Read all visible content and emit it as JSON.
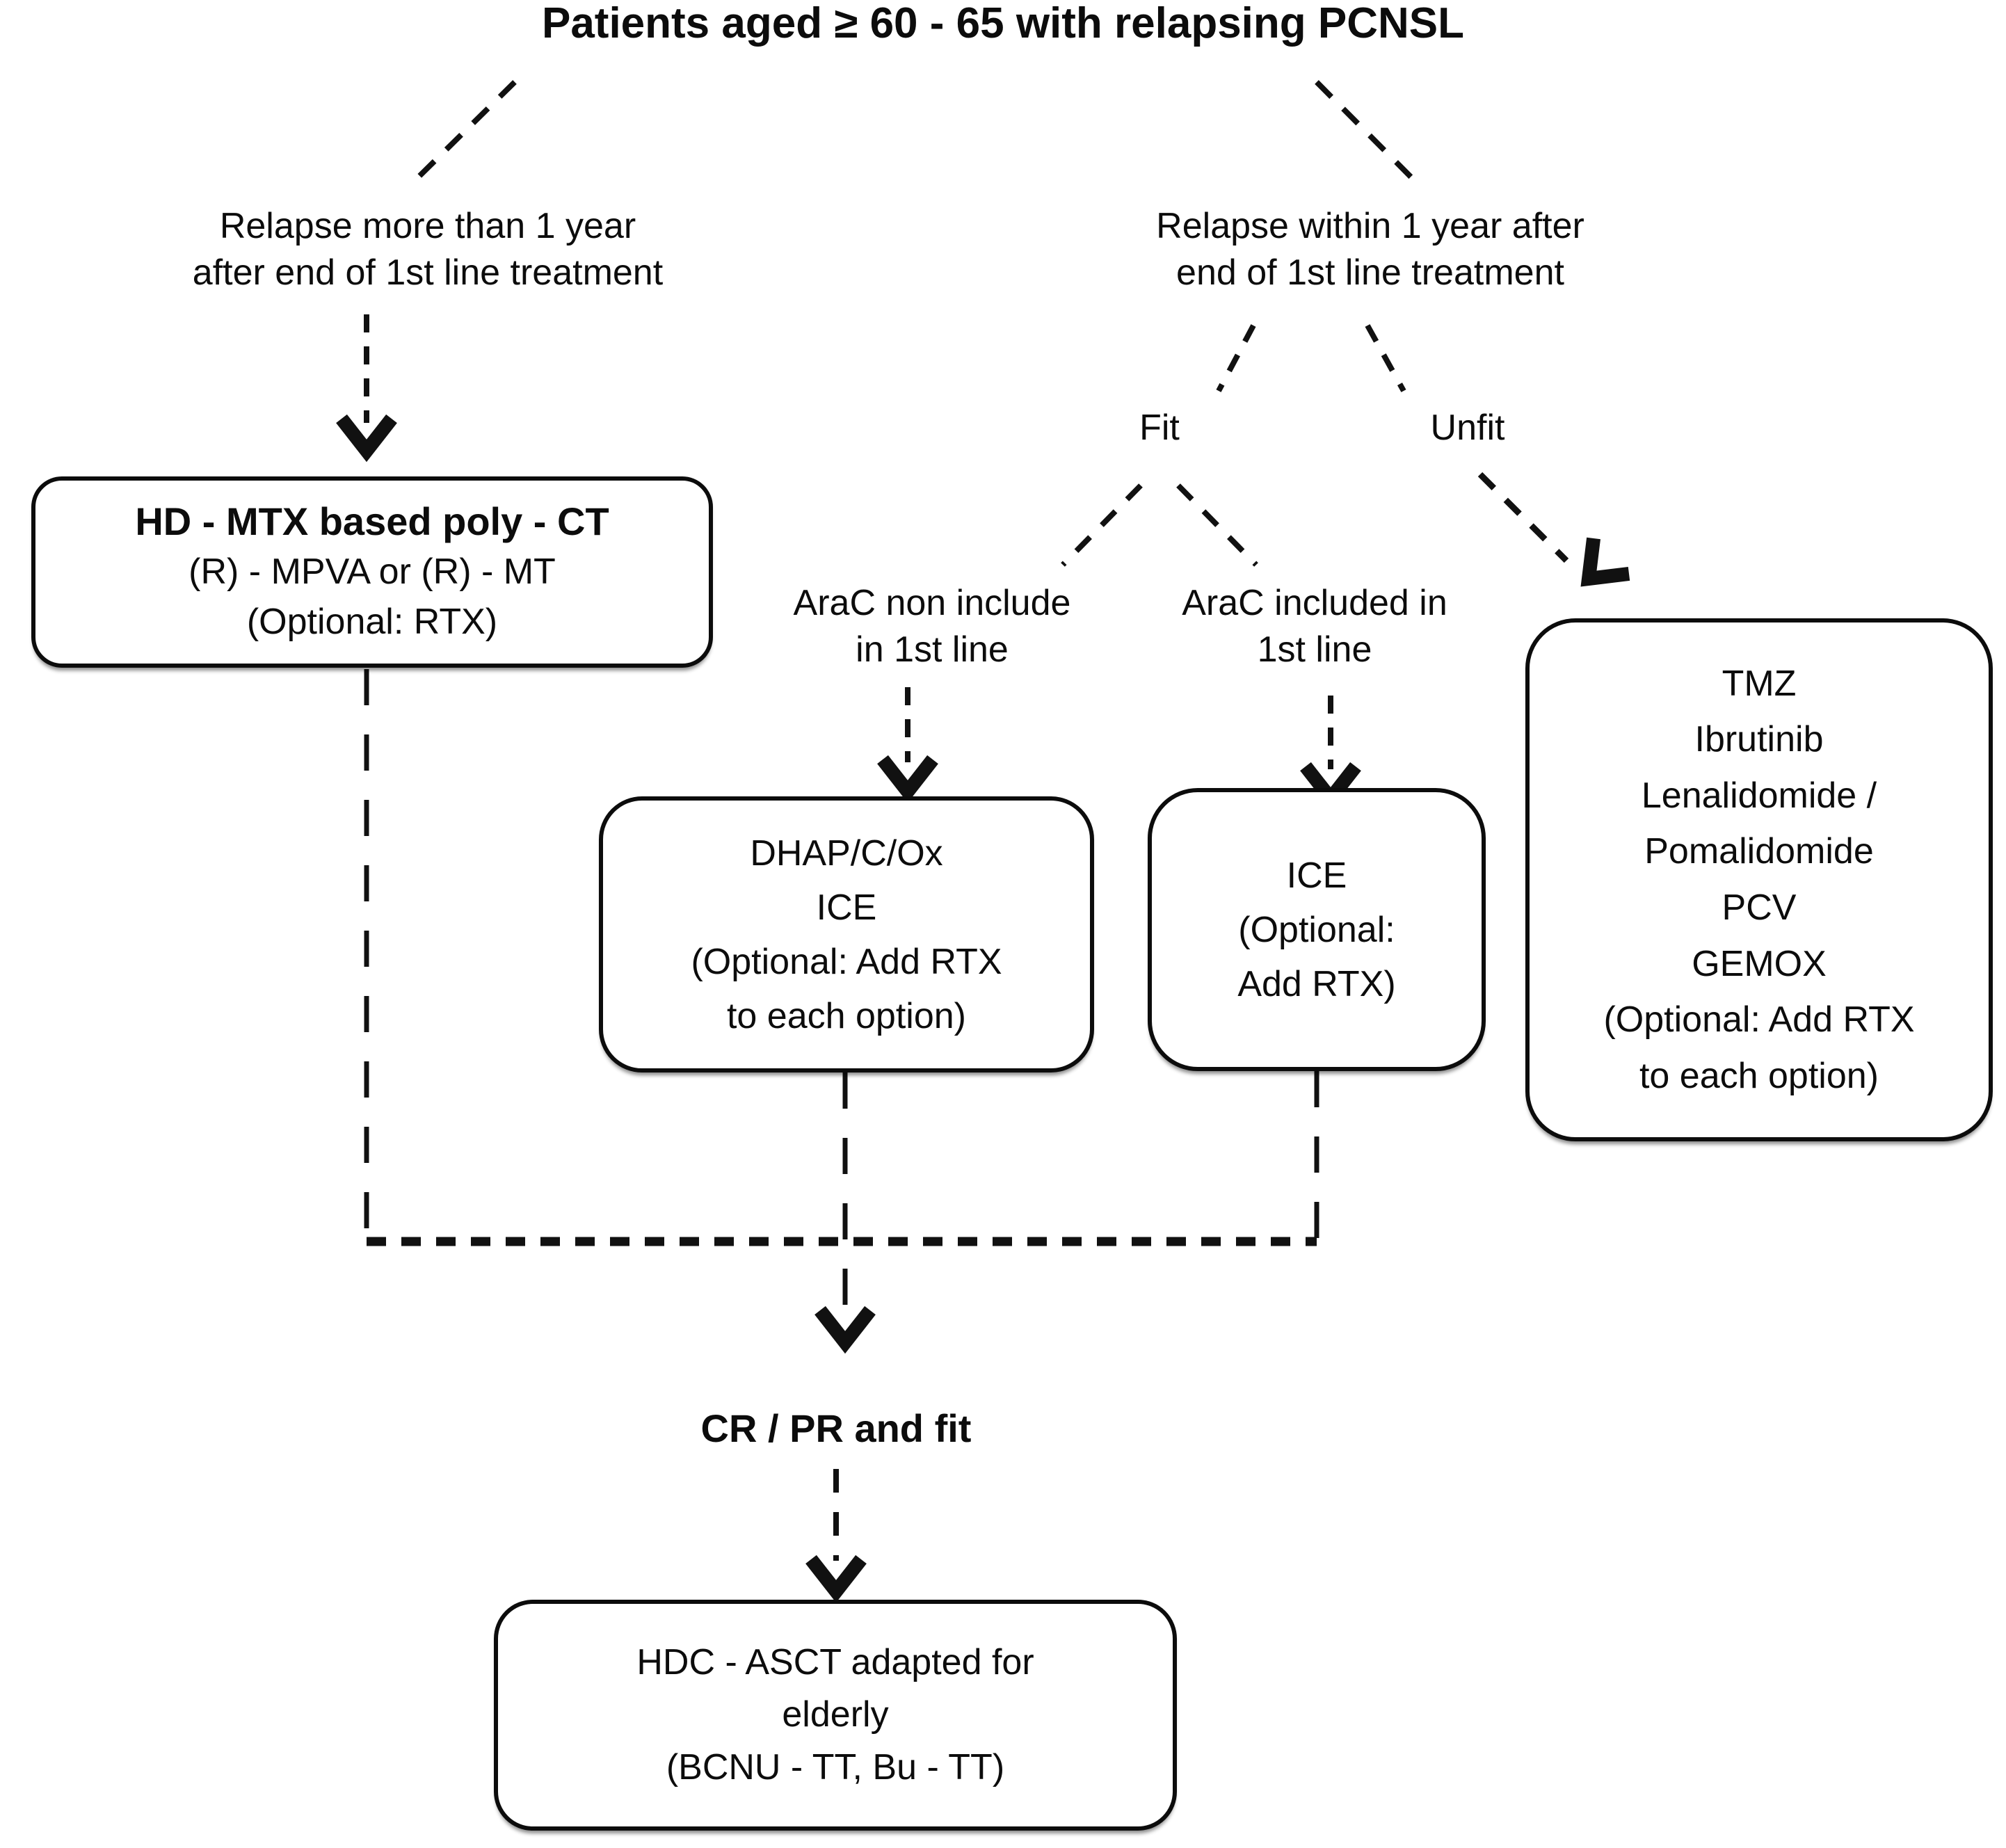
{
  "labels": {
    "title": "Patients aged ≥ 60 - 65 with relapsing PCNSL",
    "relapse_late": "Relapse more than 1 year\nafter end of 1st line treatment",
    "relapse_early": "Relapse within 1 year after\nend of 1st line treatment",
    "fit": "Fit",
    "unfit": "Unfit",
    "arac_not_included": "AraC non include\nin 1st line",
    "arac_included": "AraC included in\n1st line",
    "cr_pr_fit": "CR / PR and fit"
  },
  "boxes": {
    "hd_mtx": {
      "heading": "HD - MTX based poly - CT",
      "body": "(R) - MPVA or (R) - MT\n(Optional: RTX)"
    },
    "arac_non_included_options": "DHAP/C/Ox\nICE\n(Optional: Add RTX\nto each option)",
    "arac_included_options": "ICE\n(Optional:\nAdd RTX)",
    "unfit_options": "TMZ\nIbrutinib\nLenalidomide /\nPomalidomide\nPCV\nGEMOX\n(Optional: Add RTX\nto each option)",
    "consolidation": "HDC - ASCT adapted for\nelderly\n(BCNU - TT, Bu - TT)"
  },
  "colors": {
    "line": "#111111",
    "text": "#0c0c0c",
    "background": "#ffffff"
  }
}
